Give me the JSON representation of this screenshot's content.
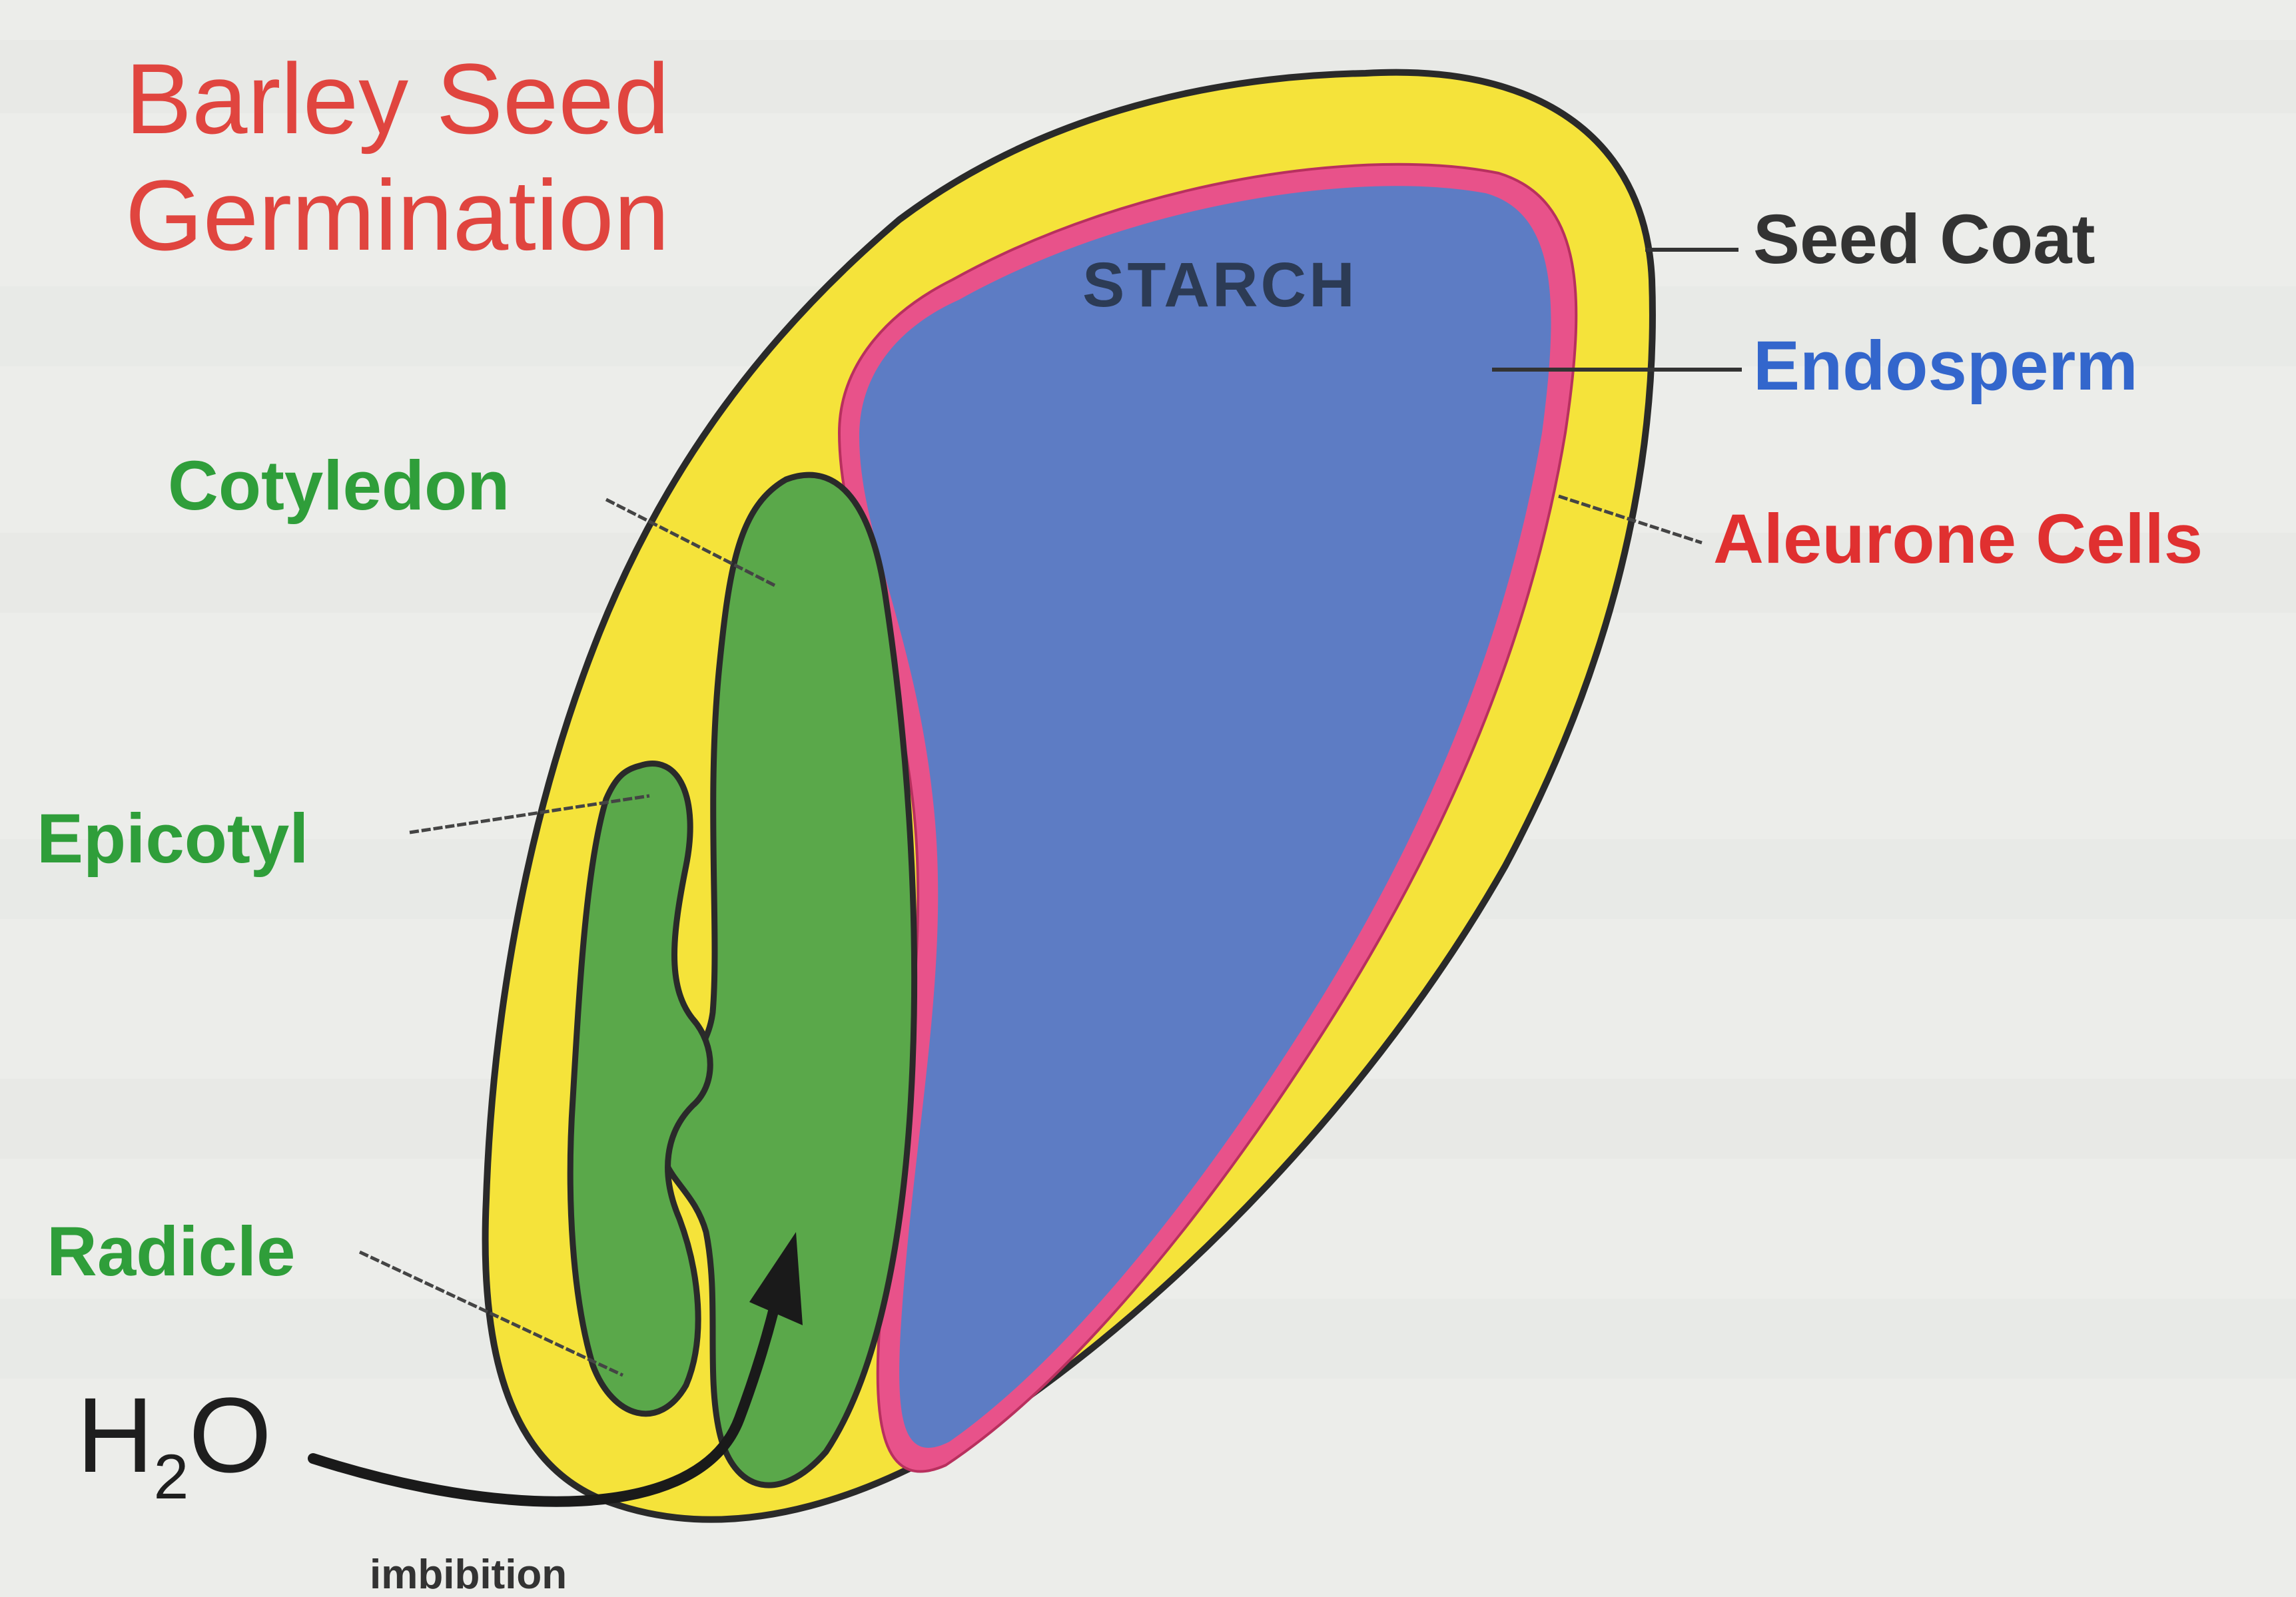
{
  "title": {
    "line1": "Barley Seed",
    "line2": "Germination"
  },
  "labels": {
    "seed_coat": "Seed Coat",
    "endosperm": "Endosperm",
    "aleurone": "Aleurone Cells",
    "cotyledon": "Cotyledon",
    "epicotyl": "Epicotyl",
    "radicle": "Radicle",
    "starch": "STARCH",
    "water_main": "H",
    "water_sub": "2",
    "water_end": "O",
    "imbibition": "imbibition"
  },
  "colors": {
    "background": "#ecedea",
    "seed_coat": "#f5e33a",
    "endosperm": "#5d7cc4",
    "aleurone": "#e2407a",
    "embryo": "#5aa84a",
    "title": "#e0453f",
    "endosperm_label": "#3366cc",
    "aleurone_label": "#e03030",
    "green_label": "#2f9e3a",
    "dark_label": "#333333"
  }
}
